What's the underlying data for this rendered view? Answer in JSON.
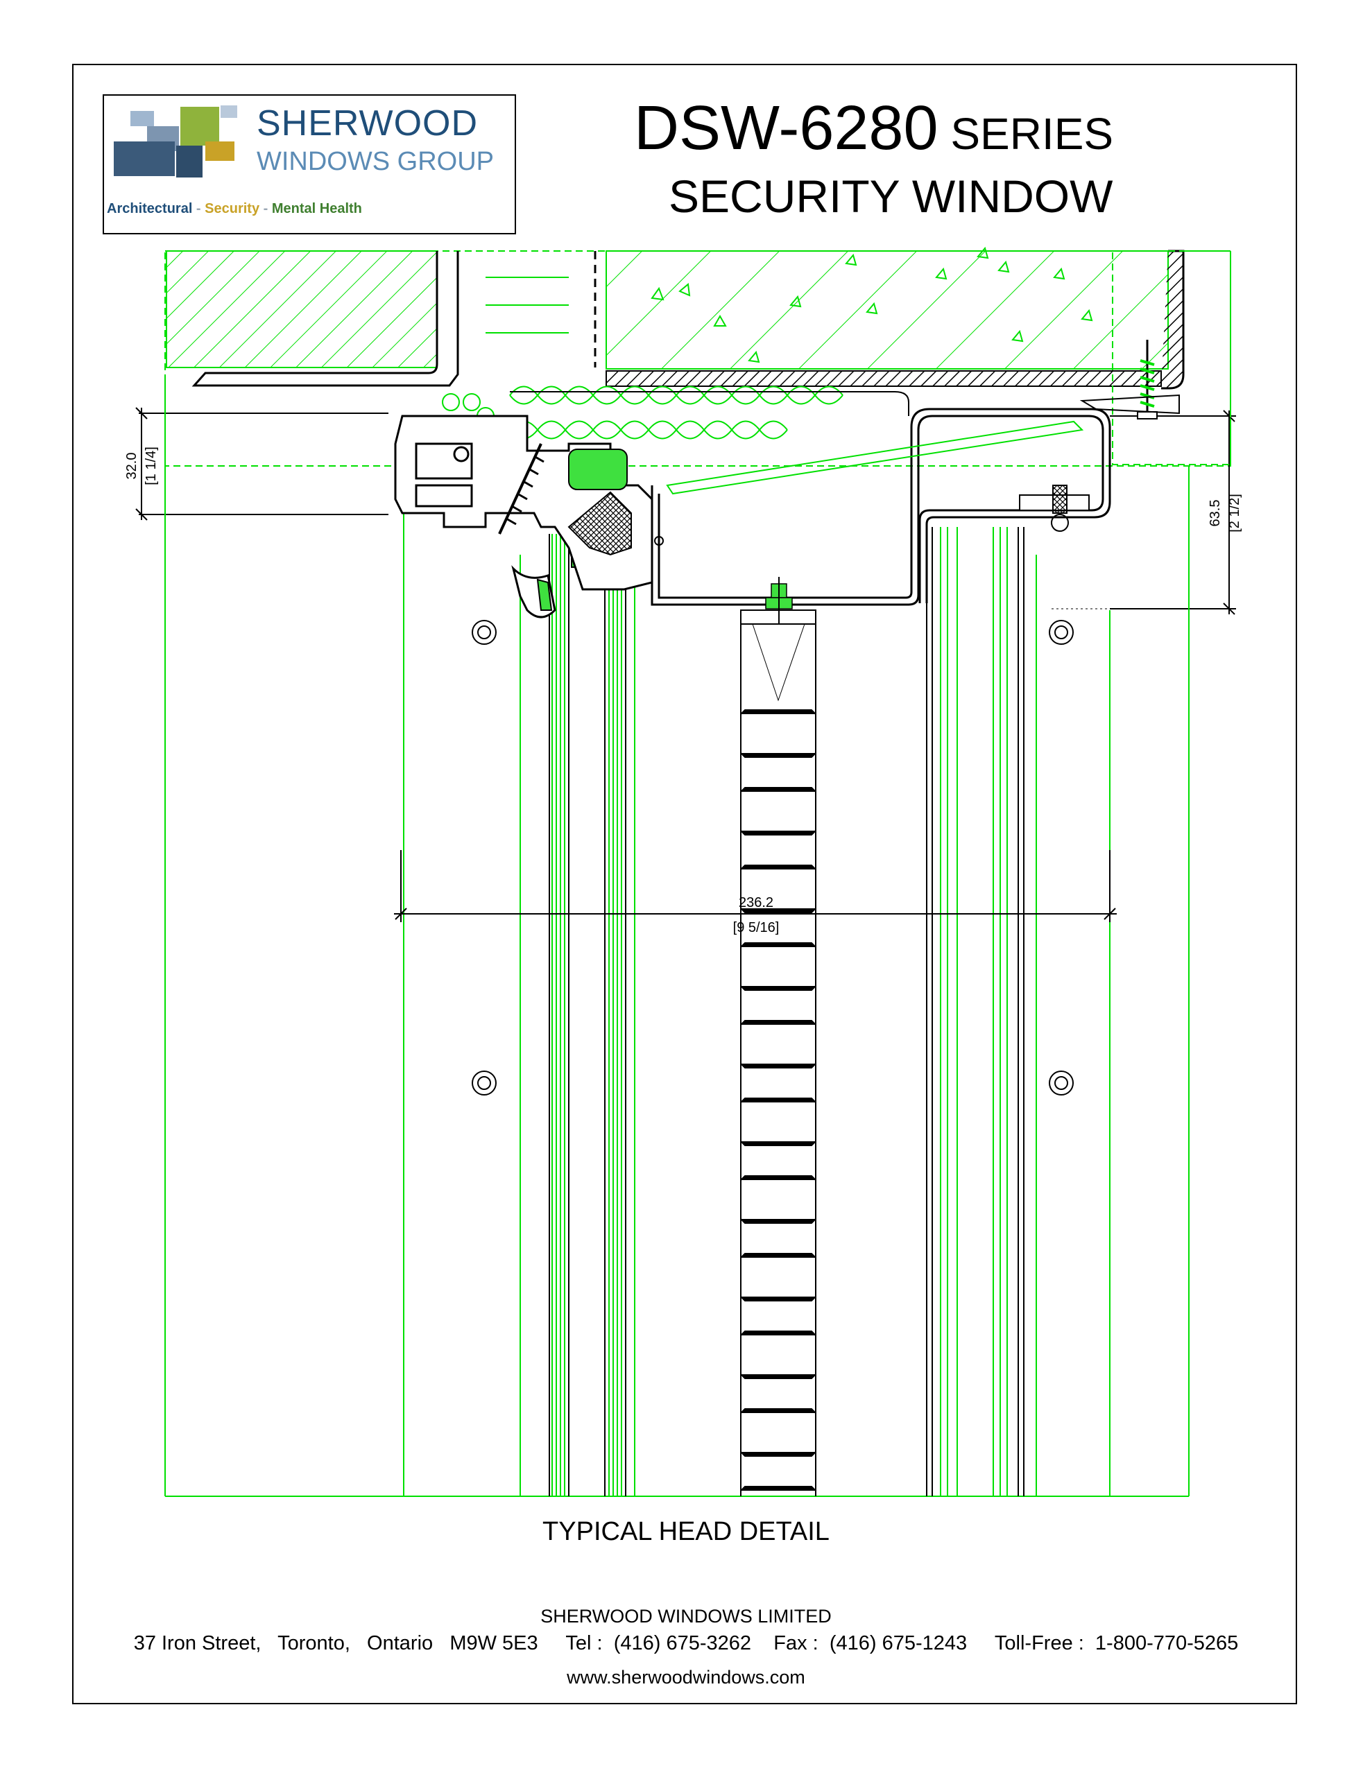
{
  "logo": {
    "name": "SHERWOOD",
    "subname": "WINDOWS GROUP",
    "tagline": {
      "architectural": "Architectural",
      "separator": " - ",
      "security": "Security",
      "mental_health": "Mental Health"
    }
  },
  "title": {
    "code": "DSW-6280",
    "series": " SERIES",
    "subtitle": "SECURITY WINDOW"
  },
  "dimensions": {
    "d1_mm": "32.0",
    "d1_in": "[1 1/4]",
    "d2_mm": "63.5",
    "d2_in": "[2 1/2]",
    "d3_mm": "236.2",
    "d3_in": "[9 5/16]"
  },
  "caption": "TYPICAL HEAD DETAIL",
  "footer": {
    "company": "SHERWOOD WINDOWS LIMITED",
    "contact": "37 Iron Street,   Toronto,   Ontario   M9W 5E3     Tel :  (416) 675-3262    Fax :  (416) 675-1243     Toll-Free :  1-800-770-5265",
    "website": "www.sherwoodwindows.com"
  },
  "colors": {
    "drawing_green": "#00e000",
    "fill_green": "#3fe03f",
    "line_black": "#000000",
    "brand_blue": "#1f4e79",
    "brand_gold": "#c9a227",
    "brand_green": "#3f7f2f"
  }
}
